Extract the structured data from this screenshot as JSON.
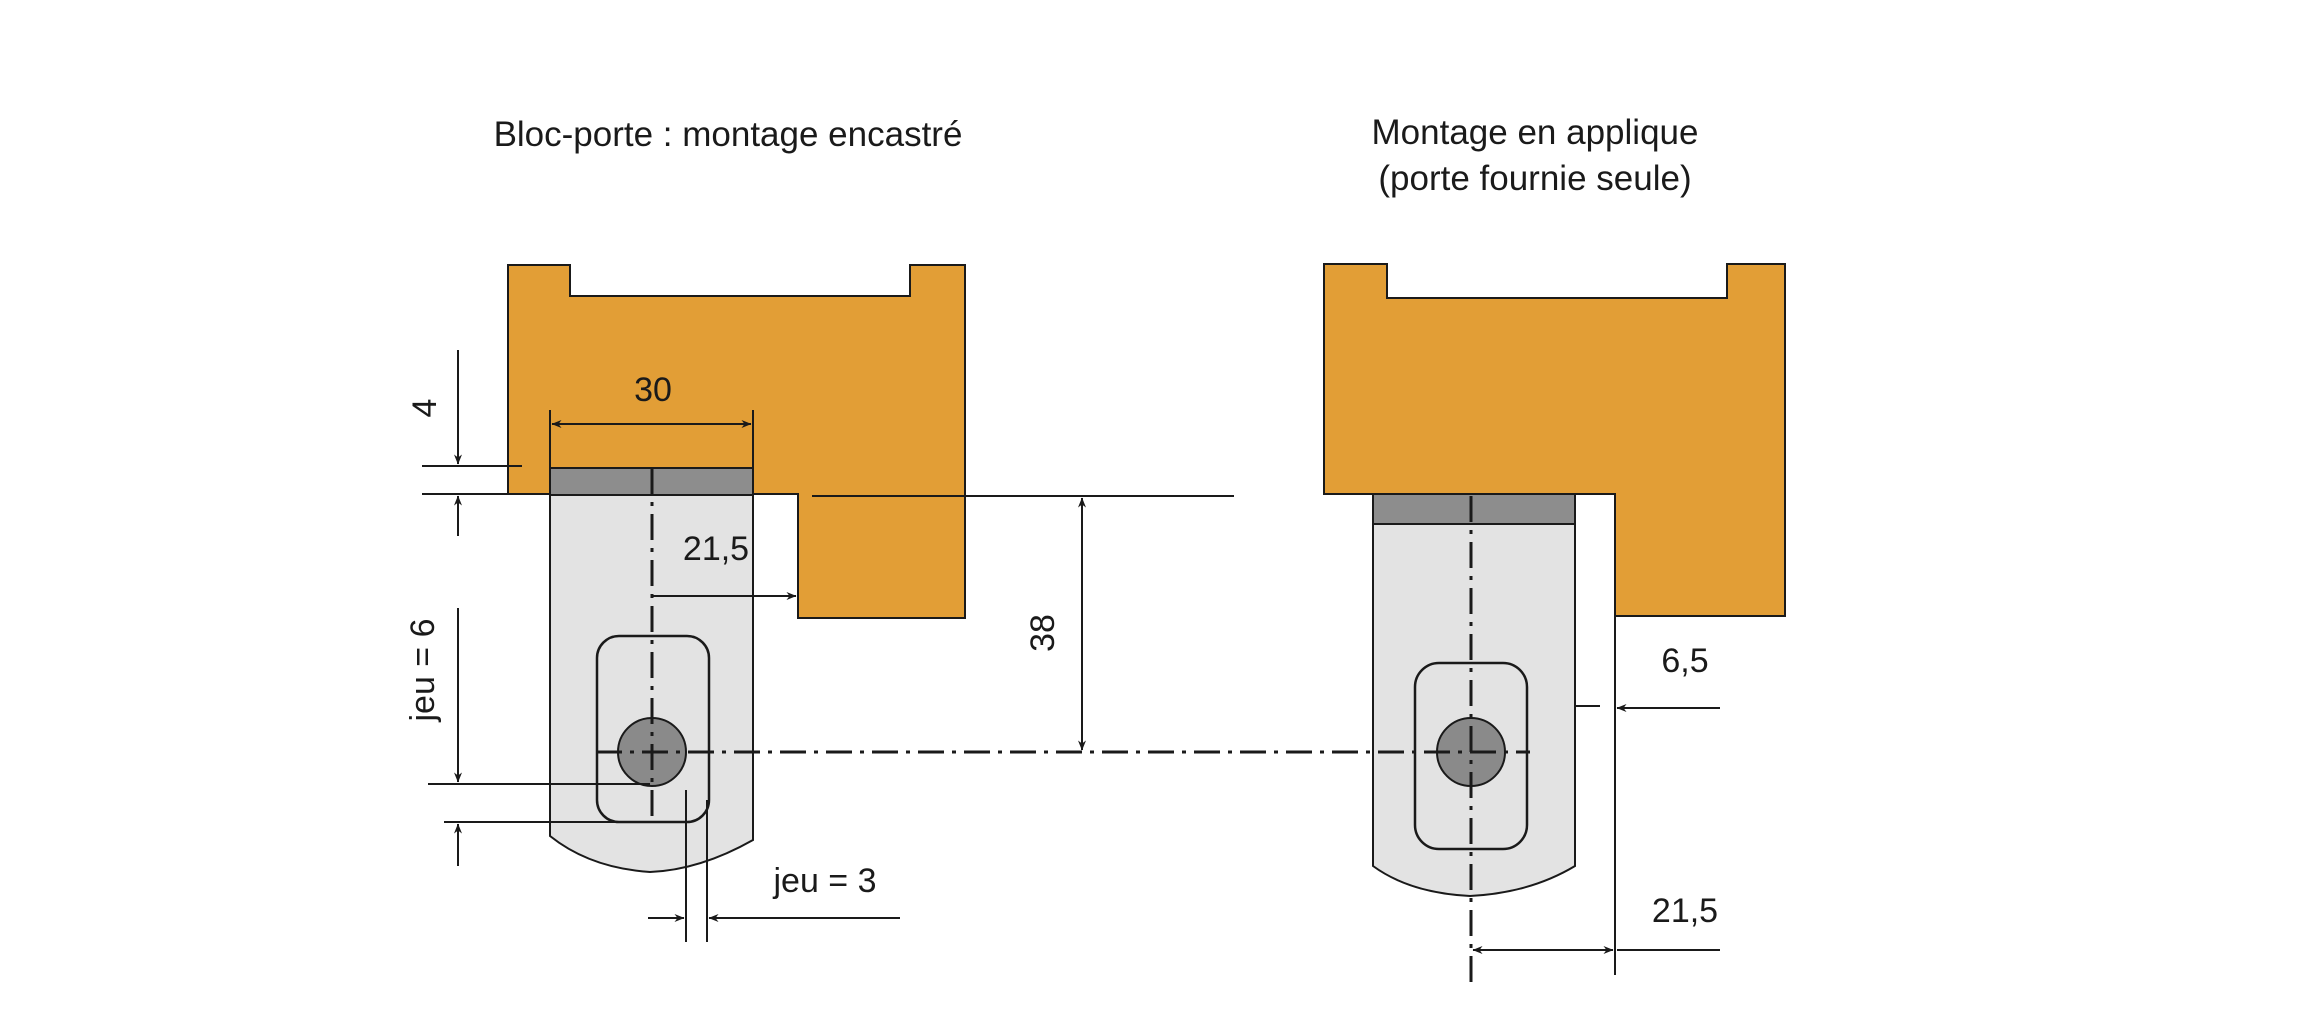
{
  "titles": {
    "left": "Bloc-porte : montage encastré",
    "right_line1": "Montage en applique",
    "right_line2": "(porte fournie seule)"
  },
  "dimensions": {
    "width_30": "30",
    "offset_21_5_left": "21,5",
    "depth_4": "4",
    "play_6": "jeu = 6",
    "play_3": "jeu = 3",
    "height_38": "38",
    "offset_6_5": "6,5",
    "offset_21_5_right": "21,5"
  },
  "colors": {
    "frame": "#e29e36",
    "hinge_leaf": "#e3e3e3",
    "hinge_plate": "#8d8d8d",
    "pivot": "#8a8a8a",
    "line": "#1a1a1a"
  }
}
